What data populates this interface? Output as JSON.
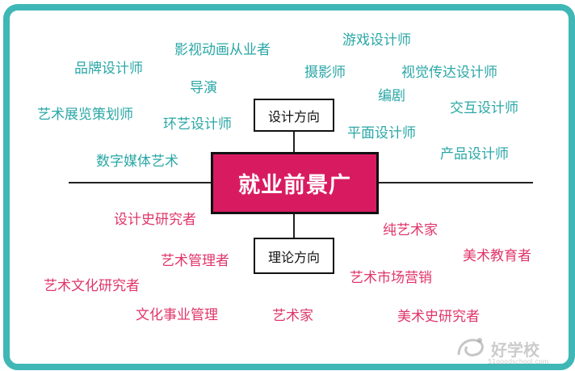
{
  "center": "就业前景广",
  "branches": {
    "top_label": "设计方向",
    "bottom_label": "理论方向"
  },
  "design_roles": [
    "影视动画从业者",
    "游戏设计师",
    "品牌设计师",
    "摄影师",
    "视觉传达设计师",
    "导演",
    "编剧",
    "艺术展览策划师",
    "交互设计师",
    "环艺设计师",
    "平面设计师",
    "产品设计师",
    "数字媒体艺术"
  ],
  "theory_roles": [
    "设计史研究者",
    "纯艺术家",
    "艺术管理者",
    "美术教育者",
    "艺术文化研究者",
    "艺术市场营销",
    "文化事业管理",
    "艺术家",
    "美术史研究者"
  ],
  "watermark": {
    "text": "好学校",
    "url": "51goodschool.com"
  },
  "colors": {
    "frame": "#3fb7b6",
    "design_text": "#2aa7a6",
    "theory_text": "#e0356a",
    "center_fill": "#d81b60"
  }
}
